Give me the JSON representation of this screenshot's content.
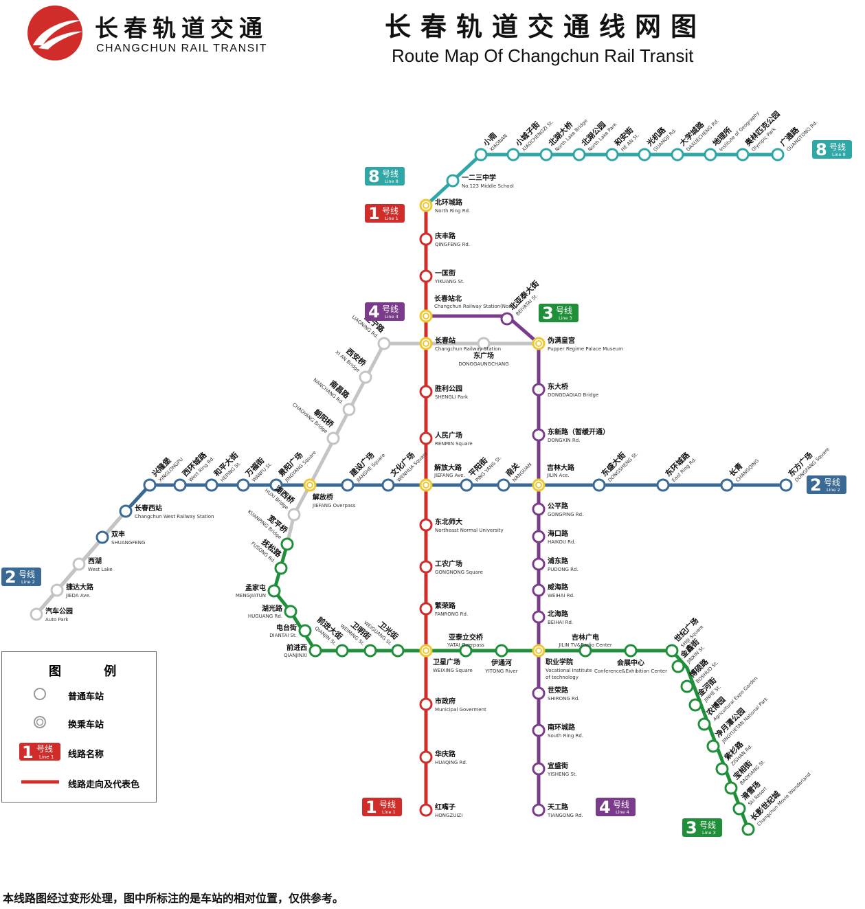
{
  "header": {
    "logo_zh": "长春轨道交通",
    "logo_en": "CHANGCHUN RAIL TRANSIT",
    "title_zh": "长春轨道交通线网图",
    "title_en": "Route Map Of Changchun Rail Transit"
  },
  "colors": {
    "line1": "#d02d2a",
    "line2": "#3a6a94",
    "line3": "#1f8f3a",
    "line4": "#7a3b8a",
    "line8": "#2fa7a6",
    "planned": "#c4c4c4",
    "interchange": "#f1c72f"
  },
  "badges": [
    {
      "num": "8",
      "label": "号线",
      "sub": "Line 8",
      "color": "#2fa7a6"
    },
    {
      "num": "1",
      "label": "号线",
      "sub": "Line 1",
      "color": "#d02d2a"
    },
    {
      "num": "4",
      "label": "号线",
      "sub": "Line 4",
      "color": "#7a3b8a"
    },
    {
      "num": "3",
      "label": "号线",
      "sub": "Line 3",
      "color": "#1f8f3a"
    },
    {
      "num": "8",
      "label": "号线",
      "sub": "Line 8",
      "color": "#2fa7a6"
    },
    {
      "num": "2",
      "label": "号线",
      "sub": "Line 2",
      "color": "#3a6a94"
    },
    {
      "num": "2",
      "label": "号线",
      "sub": "Line 2",
      "color": "#3a6a94"
    },
    {
      "num": "1",
      "label": "号线",
      "sub": "Line 1",
      "color": "#d02d2a"
    },
    {
      "num": "4",
      "label": "号线",
      "sub": "Line 4",
      "color": "#7a3b8a"
    },
    {
      "num": "3",
      "label": "号线",
      "sub": "Line 3",
      "color": "#1f8f3a"
    }
  ],
  "stations": [
    {
      "zh": "小南",
      "en": "XIAONAN"
    },
    {
      "zh": "小城子街",
      "en": "XIAOCHENGZI St."
    },
    {
      "zh": "北湖大桥",
      "en": "North Lake Bridge"
    },
    {
      "zh": "北湖公园",
      "en": "North Lake Park"
    },
    {
      "zh": "和安街",
      "en": "HE AN St."
    },
    {
      "zh": "光机路",
      "en": "GUANGJI Rd."
    },
    {
      "zh": "大学城路",
      "en": "DAXUECHENG Rd."
    },
    {
      "zh": "地理所",
      "en": "Institute of Geography"
    },
    {
      "zh": "奥林匹克公园",
      "en": "Olympic Park"
    },
    {
      "zh": "广通路",
      "en": "GUANGTONG Rd."
    },
    {
      "zh": "一二三中学",
      "en": "No.123 Middle School"
    },
    {
      "zh": "北环城路",
      "en": "North Ring Rd."
    },
    {
      "zh": "庆丰路",
      "en": "QINGFENG Rd."
    },
    {
      "zh": "一匡街",
      "en": "YIKUANG St."
    },
    {
      "zh": "长春站北",
      "en": "Changchun Railway Station(North)"
    },
    {
      "zh": "北亚泰大街",
      "en": "BEIYATAI St."
    },
    {
      "zh": "长春站",
      "en": "Changchun Railway Station"
    },
    {
      "zh": "伪满皇宫",
      "en": "Pupper Regime Palace Museum"
    },
    {
      "zh": "东广场",
      "en": "DONGGAUNGCHANG"
    },
    {
      "zh": "辽宁路",
      "en": "LIAONING Rd."
    },
    {
      "zh": "西安桥",
      "en": "XI AN Bridge"
    },
    {
      "zh": "南昌路",
      "en": "NANCHANG Rd."
    },
    {
      "zh": "朝阳桥",
      "en": "CHAOYANG Bridge"
    },
    {
      "zh": "胜利公园",
      "en": "SHENGLI Park"
    },
    {
      "zh": "东大桥",
      "en": "DONGDAQIAO Bridge"
    },
    {
      "zh": "东新路（暂缓开通）",
      "en": "DONGXIN Rd."
    },
    {
      "zh": "人民广场",
      "en": "RENMIN Square"
    },
    {
      "zh": "兴隆堡",
      "en": "XINGLONGPU"
    },
    {
      "zh": "西环城路",
      "en": "West Ring Rd."
    },
    {
      "zh": "和平大街",
      "en": "HEPING St."
    },
    {
      "zh": "万福街",
      "en": "WANFU St."
    },
    {
      "zh": "景阳广场",
      "en": "JINGYANG Square"
    },
    {
      "zh": "解放桥",
      "en": "JIEFANG Overpass"
    },
    {
      "zh": "建设广场",
      "en": "JIANSHE Square"
    },
    {
      "zh": "文化广场",
      "en": "WENHUA Square"
    },
    {
      "zh": "解放大路",
      "en": "JIEFANG Ave."
    },
    {
      "zh": "平阳街",
      "en": "PING YANG St."
    },
    {
      "zh": "南关",
      "en": "NANGUAN"
    },
    {
      "zh": "吉林大路",
      "en": "JILIN Ace."
    },
    {
      "zh": "东盛大街",
      "en": "DONGSHENG St."
    },
    {
      "zh": "东环城路",
      "en": "East Ring Rd."
    },
    {
      "zh": "长青",
      "en": "CHANGQING"
    },
    {
      "zh": "东方广场",
      "en": "DONGFANG Square"
    },
    {
      "zh": "长春西站",
      "en": "Changchun West Railway Station"
    },
    {
      "zh": "湖西桥",
      "en": "HUXI Bridge"
    },
    {
      "zh": "双丰",
      "en": "SHUANGFENG"
    },
    {
      "zh": "西湖",
      "en": "West Lake"
    },
    {
      "zh": "捷达大路",
      "en": "JIEDA Ave."
    },
    {
      "zh": "汽车公园",
      "en": "Auto Park"
    },
    {
      "zh": "宽平桥",
      "en": "KUANPING Bridge"
    },
    {
      "zh": "抚松路",
      "en": "FUSONG Rd."
    },
    {
      "zh": "孟家屯",
      "en": "MENGJIATUN"
    },
    {
      "zh": "湖光路",
      "en": "HUGUANG Rd."
    },
    {
      "zh": "电台街",
      "en": "DIANTAI St."
    },
    {
      "zh": "前进西",
      "en": "QIANJINXI"
    },
    {
      "zh": "前进大街",
      "en": "QIANJIN St."
    },
    {
      "zh": "卫明街",
      "en": "WEIMING St."
    },
    {
      "zh": "卫光街",
      "en": "WEIGUANG St."
    },
    {
      "zh": "东北师大",
      "en": "Northeast Normal University"
    },
    {
      "zh": "公平路",
      "en": "GONGPING Rd."
    },
    {
      "zh": "海口路",
      "en": "HAIKOU Rd."
    },
    {
      "zh": "工农广场",
      "en": "GONGNONG Square"
    },
    {
      "zh": "浦东路",
      "en": "PUDONG Rd."
    },
    {
      "zh": "威海路",
      "en": "WEIHAI Rd."
    },
    {
      "zh": "繁荣路",
      "en": "FANRONG Rd."
    },
    {
      "zh": "北海路",
      "en": "BEIHAI Rd."
    },
    {
      "zh": "亚泰立交桥",
      "en": "YATAI Overpass"
    },
    {
      "zh": "吉林广电",
      "en": "JILIN TV&Radio Center"
    },
    {
      "zh": "卫星广场",
      "en": "WEIXING Square"
    },
    {
      "zh": "伊通河",
      "en": "YITONG River"
    },
    {
      "zh": "职业学院",
      "en": "Vocational Institute of technology"
    },
    {
      "zh": "会展中心",
      "en": "Conference&Exhibition Center"
    },
    {
      "zh": "世纪广场",
      "en": "SHIJI Square"
    },
    {
      "zh": "金鑫街",
      "en": "JINXIN St."
    },
    {
      "zh": "博硕路",
      "en": "BOSHUO St."
    },
    {
      "zh": "金河街",
      "en": "JINHE St."
    },
    {
      "zh": "农博园",
      "en": "Agricultural Expo Garden"
    },
    {
      "zh": "净月潭公园",
      "en": "JINGYUETAN National Park"
    },
    {
      "zh": "紫杉路",
      "en": "ZISHAN Rd."
    },
    {
      "zh": "宝相街",
      "en": "BAOXIANG St."
    },
    {
      "zh": "滑雪场",
      "en": "Ski Resort"
    },
    {
      "zh": "长影世纪城",
      "en": "Changchun Movie Wonderland"
    },
    {
      "zh": "世荣路",
      "en": "SHIRONG Rd."
    },
    {
      "zh": "市政府",
      "en": "Municipal Goverment"
    },
    {
      "zh": "南环城路",
      "en": "South Ring Rd."
    },
    {
      "zh": "华庆路",
      "en": "HUAQING Rd."
    },
    {
      "zh": "宜盛街",
      "en": "YISHENG St."
    },
    {
      "zh": "红嘴子",
      "en": "HONGZUIZI"
    },
    {
      "zh": "天工路",
      "en": "TIANGONG Rd."
    }
  ],
  "legend": {
    "title": "图 例",
    "normal": "普通车站",
    "interchange": "换乘车站",
    "line_name": "线路名称",
    "line_color": "线路走向及代表色",
    "badge_num": "1",
    "badge_label": "号线",
    "badge_sub": "Line 1"
  },
  "footnote": "本线路图经过变形处理，图中所标注的是车站的相对位置，仅供参考。"
}
